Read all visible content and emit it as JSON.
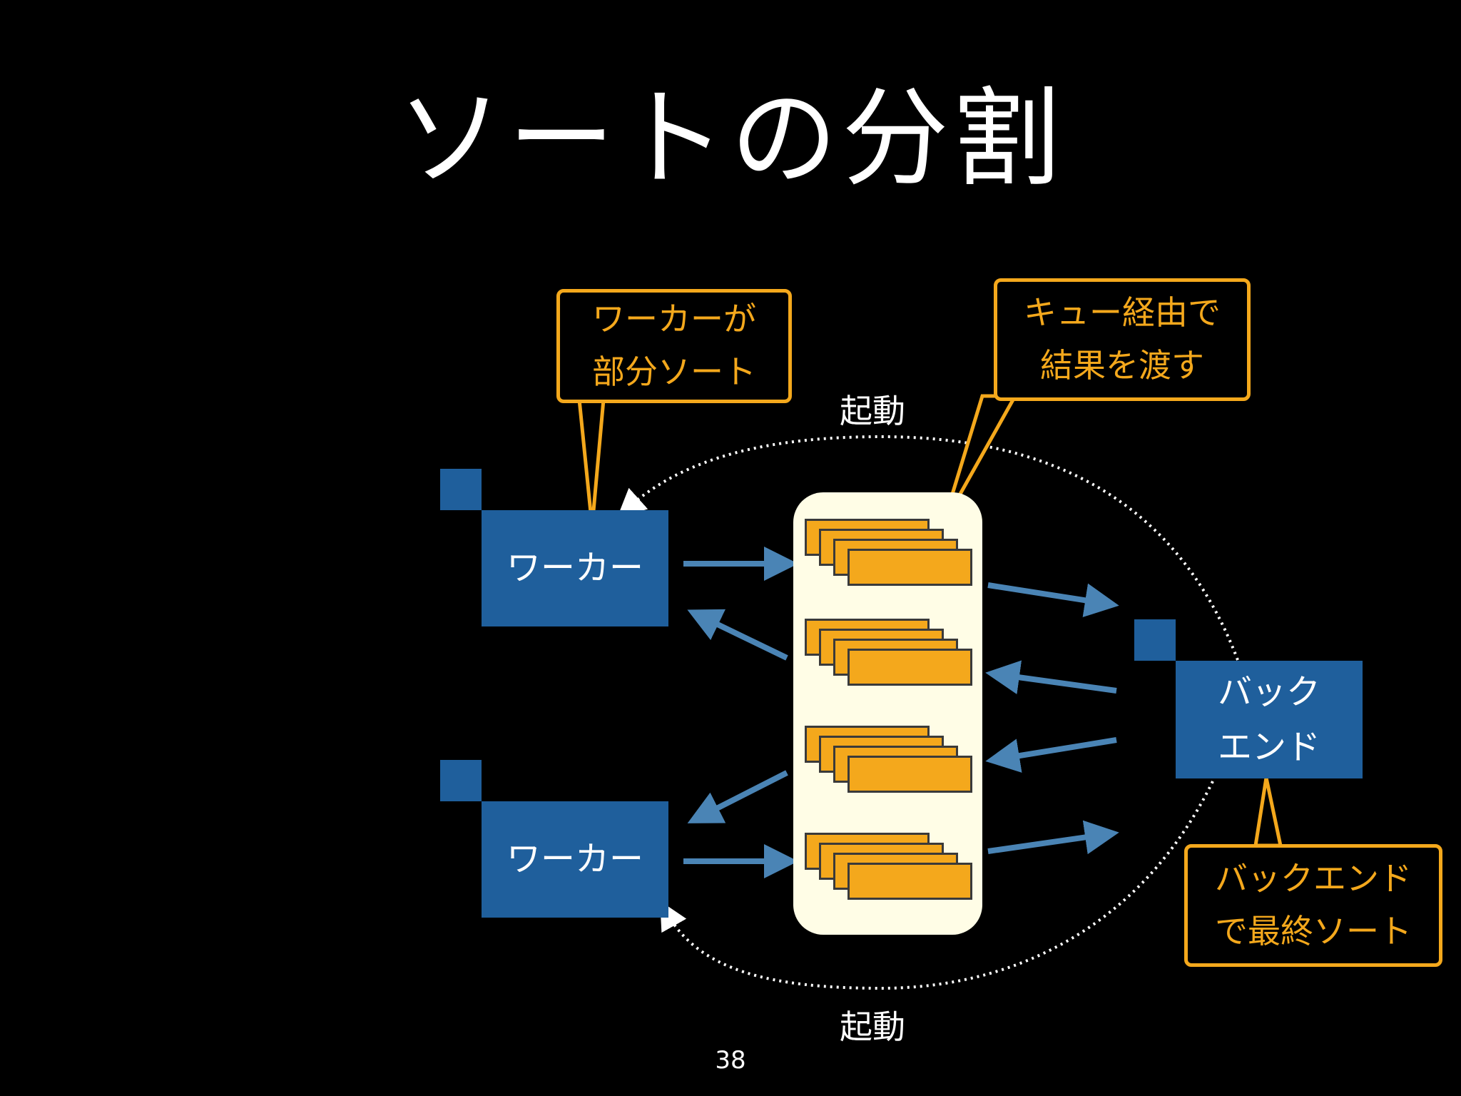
{
  "slide": {
    "title": "ソートの分割",
    "page_number": "38"
  },
  "workers": [
    {
      "label": "ワーカー"
    },
    {
      "label": "ワーカー"
    }
  ],
  "backend": {
    "line1": "バック",
    "line2": "エンド"
  },
  "callouts": {
    "worker": {
      "line1": "ワーカーが",
      "line2": "部分ソート"
    },
    "queue": {
      "line1": "キュー経由で",
      "line2": "結果を渡す"
    },
    "backend": {
      "line1": "バックエンド",
      "line2": "で最終ソート"
    }
  },
  "launch_labels": {
    "top": "起動",
    "bottom": "起動"
  },
  "colors": {
    "background": "#000000",
    "box_blue": "#1f5f9c",
    "arrow_blue": "#4a84b5",
    "callout_orange": "#f4a81c",
    "queue_bg": "#fffde6"
  }
}
